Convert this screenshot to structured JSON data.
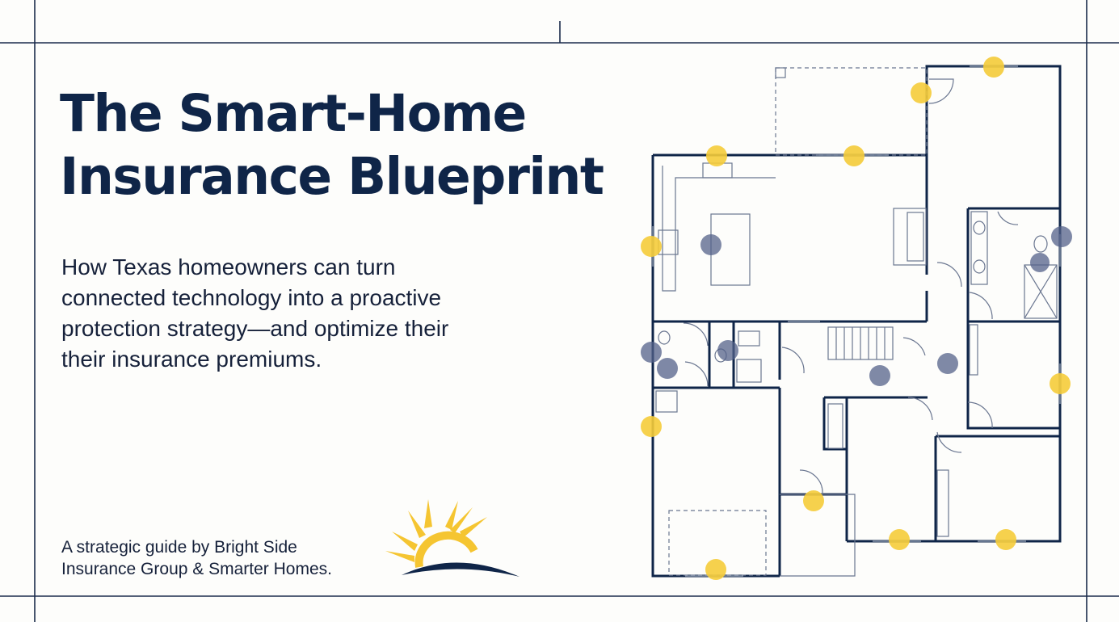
{
  "document": {
    "title_lines": [
      "The Smart-Home",
      "Insurance Blueprint"
    ],
    "subtitle_lines": [
      "How Texas homeowners can turn",
      "connected technology into a proactive",
      "protection strategy—and optimize their",
      "their insurance premiums."
    ],
    "credit_lines": [
      "A strategic guide by Bright Side",
      "Insurance Group & Smarter Homes."
    ]
  },
  "colors": {
    "navy": "#0f2548",
    "sensor_yellow": "#f5cc3a",
    "sensor_blue": "#54618a",
    "background": "#fdfdfb"
  },
  "icons": {
    "logo": "sun-rising-over-horizon-logo",
    "illustration": "floor-plan-with-smart-sensors"
  }
}
